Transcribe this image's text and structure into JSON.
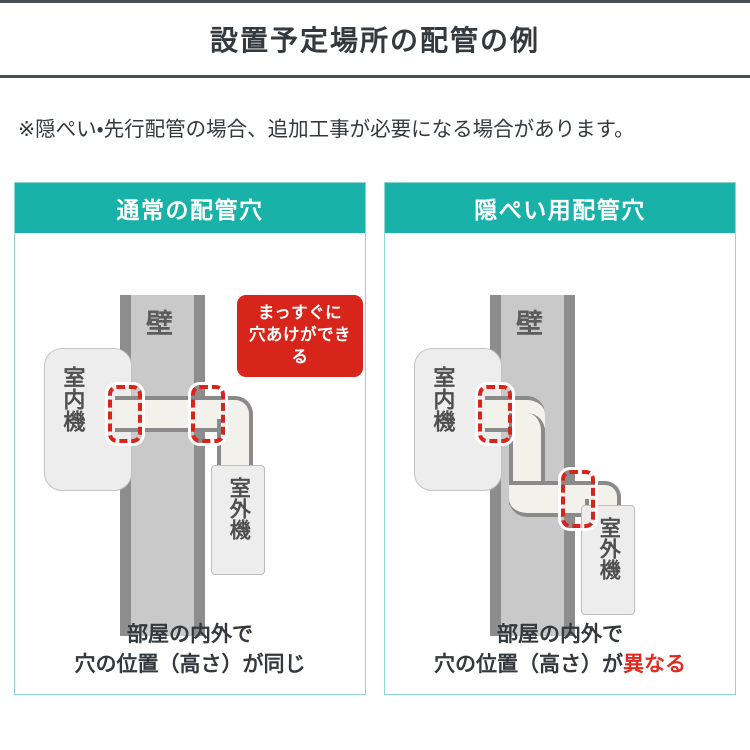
{
  "header": {
    "title": "設置予定場所の配管の例"
  },
  "subtitle": "※隠ぺい・先行配管の場合、追加工事が必要になる場合があります。",
  "colors": {
    "teal": "#18b2a8",
    "teal_border": "#8fd5d0",
    "red": "#d8251c",
    "caption_red": "#e12b20",
    "wall_fill": "#c9c9c9",
    "wall_edge": "#8d8d8d",
    "unit_fill": "#ededed",
    "pipe_fill": "#f3f1ec",
    "pipe_stroke": "#8a8a8a",
    "rule": "#4a4f54",
    "text": "#34393d"
  },
  "panels": [
    {
      "id": "normal",
      "header": "通常の配管穴",
      "wall_label": "壁",
      "indoor_unit_label": "室内機",
      "outdoor_unit_label": "室外機",
      "callout": {
        "line1": "まっすぐに",
        "line2": "穴あけができる"
      },
      "caption": {
        "line1": "部屋の内外で",
        "line2_prefix": "穴の位置（高さ）が",
        "line2_accent": "同じ",
        "accent_colored": false
      }
    },
    {
      "id": "concealed",
      "header": "隠ぺい用配管穴",
      "wall_label": "壁",
      "indoor_unit_label": "室内機",
      "outdoor_unit_label": "室外機",
      "callout": null,
      "caption": {
        "line1": "部屋の内外で",
        "line2_prefix": "穴の位置（高さ）が",
        "line2_accent": "異なる",
        "accent_colored": true
      }
    }
  ]
}
